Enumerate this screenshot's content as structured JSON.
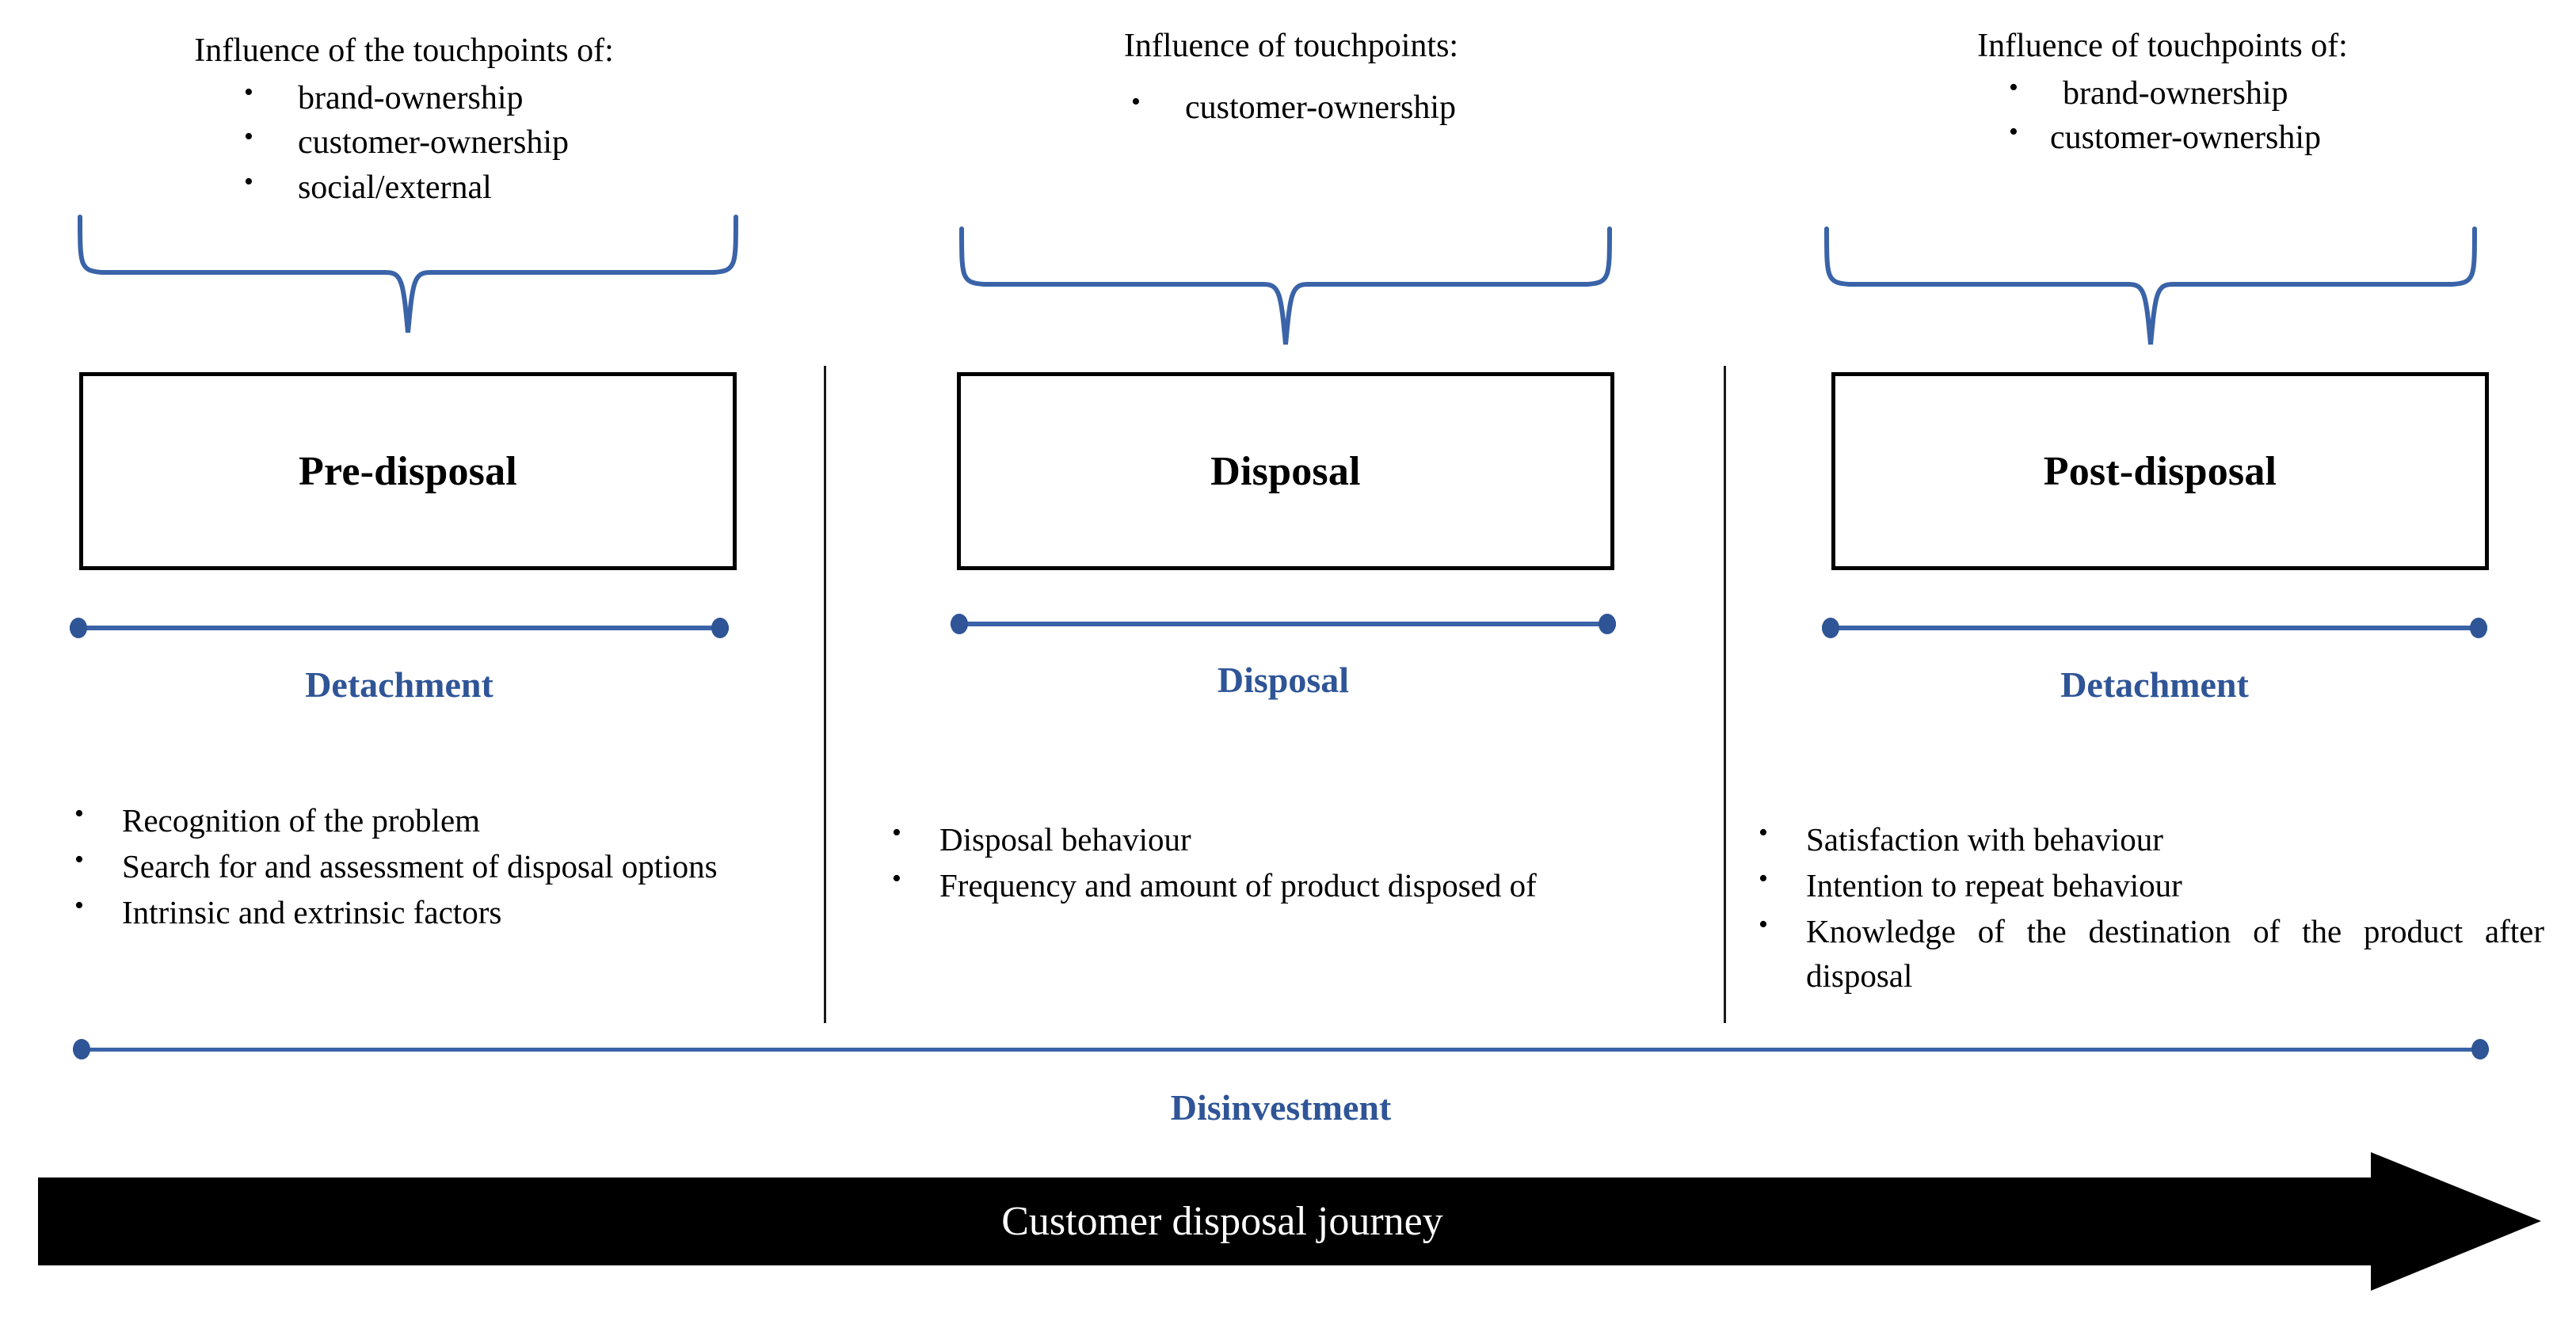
{
  "colors": {
    "accent_blue": "#2F5597",
    "brace_blue": "#3A63A8",
    "box_border": "#000000",
    "arrow_fill": "#000000",
    "arrow_text": "#FFFFFF",
    "background": "#FFFFFF"
  },
  "columns": [
    {
      "id": "pre-disposal",
      "touchpoints": {
        "title": "Influence of the touchpoints of:",
        "items": [
          "brand-ownership",
          "customer-ownership",
          "social/external"
        ]
      },
      "stage_label": "Pre-disposal",
      "phase_label": "Detachment",
      "activities": [
        "Recognition of the problem",
        "Search for and assessment of disposal options",
        "Intrinsic and extrinsic factors"
      ]
    },
    {
      "id": "disposal",
      "touchpoints": {
        "title": "Influence of touchpoints:",
        "items": [
          "customer-ownership"
        ]
      },
      "stage_label": "Disposal",
      "phase_label": "Disposal",
      "activities": [
        "Disposal behaviour",
        "Frequency and amount of product disposed of"
      ]
    },
    {
      "id": "post-disposal",
      "touchpoints": {
        "title": "Influence of touchpoints of:",
        "items": [
          "brand-ownership",
          "customer-ownership"
        ]
      },
      "stage_label": "Post-disposal",
      "phase_label": "Detachment",
      "activities": [
        "Satisfaction with behaviour",
        "Intention to repeat behaviour",
        "Knowledge of the destination of the product after disposal"
      ]
    }
  ],
  "overall": {
    "span_label": "Disinvestment",
    "journey_label": "Customer disposal journey"
  }
}
